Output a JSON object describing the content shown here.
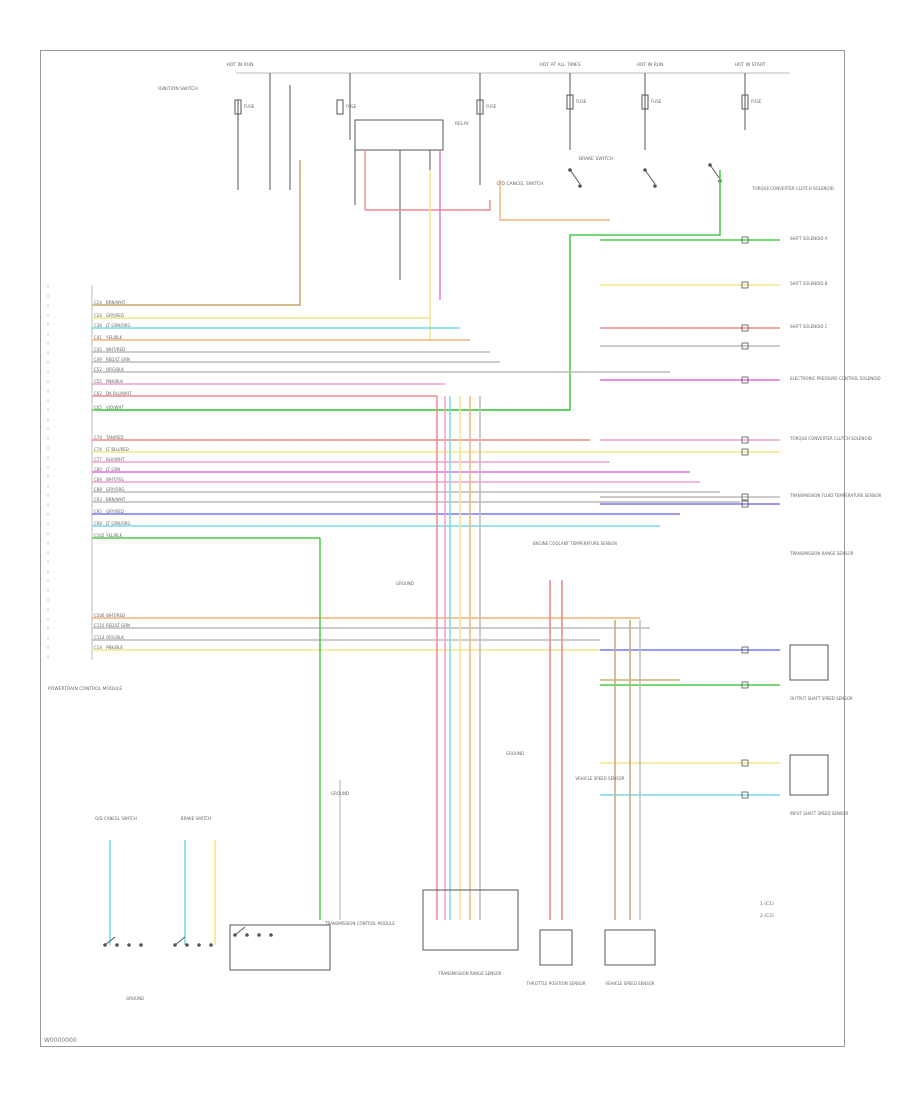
{
  "diagram": {
    "footer_code": "W0000000",
    "legend": [
      "1  (C1)",
      "2  (C2)"
    ],
    "components": {
      "pcm": "POWERTRAIN CONTROL MODULE",
      "tcm": "TRANSMISSION CONTROL MODULE",
      "trs": "TRANSMISSION RANGE SENSOR",
      "vss": "VEHICLE SPEED SENSOR",
      "ect": "ENGINE COOLANT TEMPERATURE SENSOR",
      "tps": "THROTTLE POSITION SENSOR",
      "oss": "OUTPUT SHAFT SPEED SENSOR",
      "iss": "INPUT SHAFT SPEED SENSOR",
      "ground": "GROUND",
      "fuse": "FUSE",
      "relay": "RELAY",
      "ign_switch": "IGNITION SWITCH",
      "brake_switch": "BRAKE SWITCH",
      "solenoid_a": "SHIFT SOLENOID A",
      "solenoid_b": "SHIFT SOLENOID B",
      "solenoid_c": "SHIFT SOLENOID C",
      "epc": "ELECTRONIC PRESSURE CONTROL SOLENOID",
      "tcc": "TORQUE CONVERTER CLUTCH SOLENOID",
      "ft": "TRANSMISSION FLUID TEMPERATURE SENSOR",
      "od_switch": "O/D CANCEL SWITCH",
      "hot_run": "HOT IN RUN",
      "hot_all": "HOT AT ALL TIMES",
      "hot_start": "HOT IN START"
    },
    "wire_labels": [
      "BRN/WHT",
      "GRY/RED",
      "LT GRN/ORG",
      "YEL/BLK",
      "WHT/RED",
      "RED/LT GRN",
      "ORG/BLK",
      "PNK/BLK",
      "DK BLU/WHT",
      "VIO/WHT",
      "TAN/RED",
      "LT BLU/RED",
      "BLK/WHT",
      "LT GRN",
      "WHT/YEL",
      "GRY/ORG"
    ],
    "pins": [
      "C14",
      "C24",
      "C36",
      "C41",
      "C45",
      "C49",
      "C52",
      "C55",
      "C62",
      "C65",
      "C70",
      "C74",
      "C77",
      "C80",
      "C84",
      "C88",
      "C93",
      "C95",
      "C98",
      "C102",
      "C106",
      "C110",
      "C114"
    ],
    "colors": {
      "frame": "#9a9a9a",
      "line": "#555555",
      "red": "#f08a8a",
      "pink": "#f0a0d0",
      "yellow": "#f2e58a",
      "green": "#4ccc4c",
      "blue": "#7a7af0",
      "cyan": "#7ad8e8",
      "orange": "#f2b27a",
      "tan": "#c7b07a",
      "gray": "#bcbcbc",
      "magenta": "#e070e0"
    }
  }
}
